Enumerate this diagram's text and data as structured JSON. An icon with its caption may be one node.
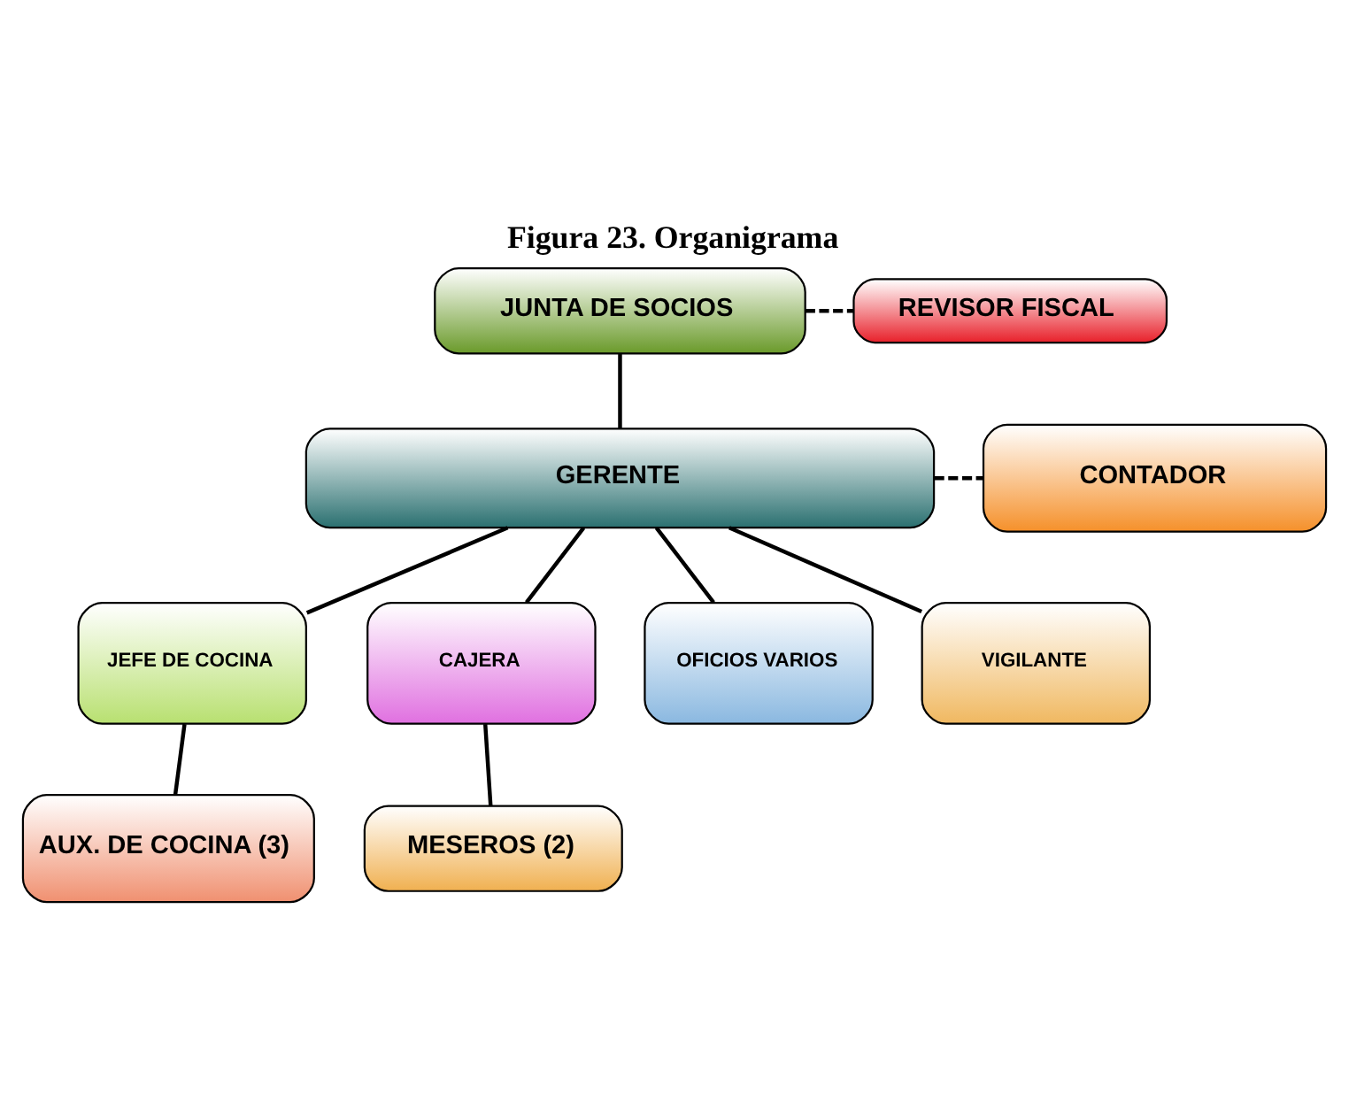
{
  "diagram": {
    "title": "Figura 23. Organigrama",
    "nodes": [
      {
        "text": [
          "JUNTA DE SOCIOS"
        ]
      },
      {
        "text": [
          "REVISOR FISCAL"
        ]
      },
      {
        "text": [
          "GERENTE"
        ]
      },
      {
        "text": [
          "CONTADOR"
        ]
      },
      {
        "text": [
          "JEFE DE COCINA"
        ]
      },
      {
        "text": [
          "CAJERA"
        ]
      },
      {
        "text": [
          "OFICIOS VARIOS"
        ]
      },
      {
        "text": [
          "VIGILANTE"
        ]
      },
      {
        "text": [
          "AUX. DE COCINA (3)"
        ]
      },
      {
        "text": [
          "MESEROS (2)"
        ]
      }
    ],
    "edges": [
      {
        "from": 0,
        "to": 2,
        "arrow": "none"
      },
      {
        "from": 0,
        "to": 1,
        "arrow": "none",
        "style": "dashed"
      },
      {
        "from": 2,
        "to": 3,
        "arrow": "none",
        "style": "dashed"
      },
      {
        "from": 2,
        "to": 4,
        "arrow": "none"
      },
      {
        "from": 2,
        "to": 5,
        "arrow": "none"
      },
      {
        "from": 2,
        "to": 6,
        "arrow": "none"
      },
      {
        "from": 2,
        "to": 7,
        "arrow": "none"
      },
      {
        "from": 4,
        "to": 8,
        "arrow": "none"
      },
      {
        "from": 5,
        "to": 9,
        "arrow": "none"
      }
    ]
  }
}
